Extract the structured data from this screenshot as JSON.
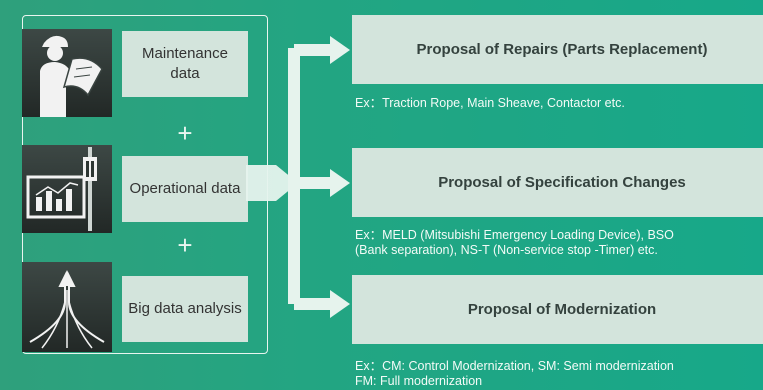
{
  "inputs": [
    {
      "icon": "engineer-with-blueprint-icon",
      "label": "Maintenance data"
    },
    {
      "icon": "monitor-and-elevator-indicator-icon",
      "label": "Operational data"
    },
    {
      "icon": "converging-arrows-icon",
      "label": "Big data analysis"
    }
  ],
  "plus_symbol": "+",
  "proposals": [
    {
      "title": "Proposal of Repairs (Parts Replacement)",
      "example_lines": [
        "Ex：Traction Rope, Main Sheave, Contactor etc."
      ]
    },
    {
      "title": "Proposal of Specification Changes",
      "example_lines": [
        "Ex：MELD (Mitsubishi Emergency Loading Device), BSO",
        "(Bank separation), NS-T (Non-service stop -Timer) etc."
      ]
    },
    {
      "title": "Proposal of Modernization",
      "example_lines": [
        "Ex：CM: Control Modernization, SM: Semi modernization",
        "FM: Full modernization"
      ]
    }
  ],
  "colors": {
    "background": "#23a582",
    "box_fill": "#d3e4dc",
    "icon_fill": "#2e3633",
    "arrow": "#e6f3ed"
  }
}
